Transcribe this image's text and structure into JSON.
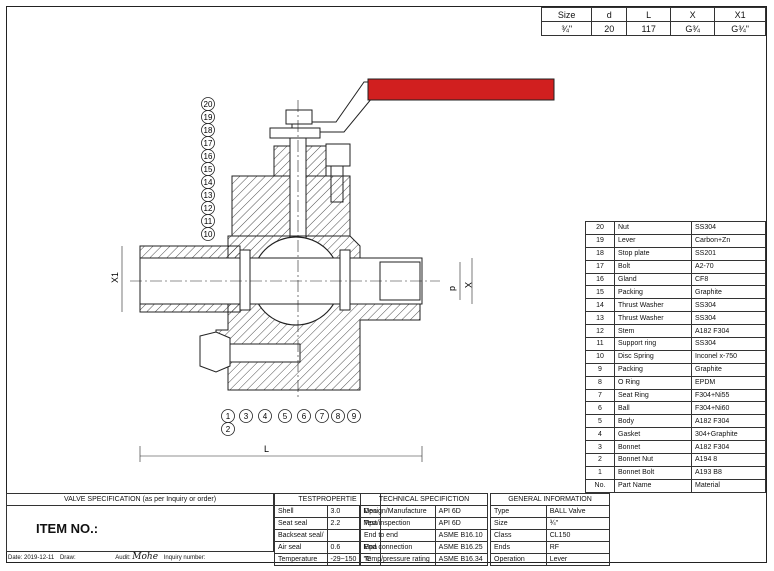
{
  "size_table": {
    "headers": [
      "Size",
      "d",
      "L",
      "X",
      "X1"
    ],
    "row": [
      "¾\"",
      "20",
      "117",
      "G¾",
      "G¾\""
    ]
  },
  "dimensions": {
    "x1": "X1",
    "d": "d",
    "x": "X",
    "l": "L"
  },
  "balloons": [
    "1",
    "2",
    "3",
    "4",
    "5",
    "6",
    "7",
    "8",
    "9",
    "10",
    "11",
    "12",
    "13",
    "14",
    "15",
    "16",
    "17",
    "18",
    "19",
    "20"
  ],
  "parts": [
    {
      "no": "20",
      "name": "Nut",
      "material": "SS304"
    },
    {
      "no": "19",
      "name": "Lever",
      "material": "Carbon+Zn"
    },
    {
      "no": "18",
      "name": "Stop plate",
      "material": "SS201"
    },
    {
      "no": "17",
      "name": "Bolt",
      "material": "A2-70"
    },
    {
      "no": "16",
      "name": "Gland",
      "material": "CF8"
    },
    {
      "no": "15",
      "name": "Packing",
      "material": "Graphite"
    },
    {
      "no": "14",
      "name": "Thrust Washer",
      "material": "SS304"
    },
    {
      "no": "13",
      "name": "Thrust Washer",
      "material": "SS304"
    },
    {
      "no": "12",
      "name": "Stem",
      "material": "A182 F304"
    },
    {
      "no": "11",
      "name": "Support ring",
      "material": "SS304"
    },
    {
      "no": "10",
      "name": "Disc Spring",
      "material": "Inconel x-750"
    },
    {
      "no": "9",
      "name": "Packing",
      "material": "Graphite"
    },
    {
      "no": "8",
      "name": "O Ring",
      "material": "EPDM"
    },
    {
      "no": "7",
      "name": "Seat Ring",
      "material": "F304+Ni55"
    },
    {
      "no": "6",
      "name": "Ball",
      "material": "F304+Ni60"
    },
    {
      "no": "5",
      "name": "Body",
      "material": "A182 F304"
    },
    {
      "no": "4",
      "name": "Gasket",
      "material": "304+Graphite"
    },
    {
      "no": "3",
      "name": "Bonnet",
      "material": "A182 F304"
    },
    {
      "no": "2",
      "name": "Bonnet Nut",
      "material": "A194 8"
    },
    {
      "no": "1",
      "name": "Bonnet Bolt",
      "material": "A193 B8"
    }
  ],
  "parts_header": {
    "no": "No.",
    "name": "Part Name",
    "material": "Material"
  },
  "valve_spec": {
    "title": "VALVE SPECIFICATION (as per Inquiry or order)",
    "item_no": "ITEM NO.:",
    "date": "Date: 2019-12-11",
    "draw": "Draw:",
    "audit": "Audit:",
    "signature": "Mohe",
    "inquiry": "Inquiry number:"
  },
  "test_properties": {
    "title": "TESTPROPERTIE",
    "rows": [
      [
        "Shell",
        "3.0",
        "Mpa"
      ],
      [
        "Seat seal",
        "2.2",
        "Mpa"
      ],
      [
        "Backseat seal/",
        "",
        ""
      ],
      [
        "Air seal",
        "0.6",
        "Mpa"
      ],
      [
        "Temperature",
        "-29~150",
        "°C"
      ]
    ]
  },
  "technical_spec": {
    "title": "TECHNICAL SPECIFICTION",
    "rows": [
      [
        "Design/Manufacture",
        "API 6D"
      ],
      [
        "Test/inspection",
        "API 6D"
      ],
      [
        "End to end",
        "ASME B16.10"
      ],
      [
        "End connection",
        "ASME B16.25"
      ],
      [
        "Temp/pressure rating",
        "ASME B16.34"
      ]
    ]
  },
  "general_info": {
    "title": "GENERAL INFORMATION",
    "rows": [
      [
        "Type",
        "BALL Valve"
      ],
      [
        "Size",
        "¾\""
      ],
      [
        "Class",
        "CL150"
      ],
      [
        "Ends",
        "RF"
      ],
      [
        "Operation",
        "Lever"
      ]
    ]
  },
  "colors": {
    "lever": "#d11f1f",
    "line": "#222222"
  }
}
